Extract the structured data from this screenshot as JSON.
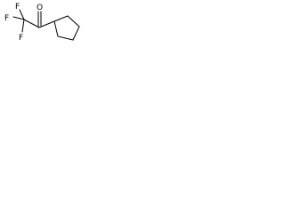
{
  "molecule": {
    "atoms": {
      "oxygen": "O",
      "fluorine_top": "F",
      "fluorine_left": "F",
      "fluorine_bottom": "F"
    },
    "bond_color": "#000000",
    "label_color": "#000000",
    "background_color": "#ffffff"
  }
}
